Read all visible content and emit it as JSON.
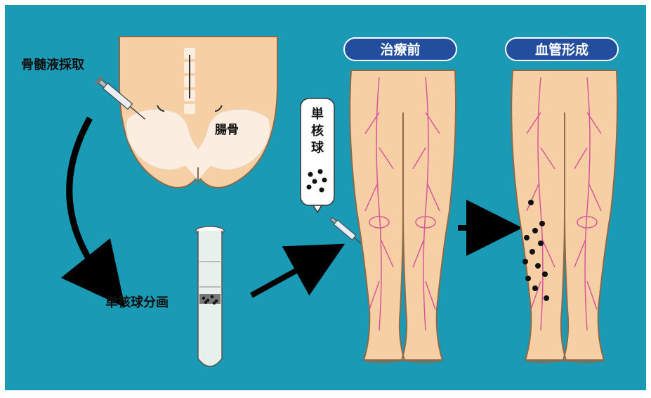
{
  "labels": {
    "bone_marrow_aspiration": "骨髄液採取",
    "ilium": "腸骨",
    "mononuclear_fraction": "単核球分画",
    "mononuclear_cells_vertical": [
      "単",
      "核",
      "球"
    ],
    "before_treatment": "治療前",
    "angiogenesis": "血管形成"
  },
  "colors": {
    "background": "#1a9ab5",
    "panel_border": "#ffffff",
    "skin": "#f6cfa4",
    "skin_outline": "#8a6a4a",
    "bone": "#fbeee0",
    "vessel": "#d9559a",
    "pill": "#234e9e",
    "arrow": "#000000"
  },
  "icons": [
    "syringe-icon",
    "test-tube-icon",
    "arrow-icon",
    "cell-dot-icon"
  ]
}
